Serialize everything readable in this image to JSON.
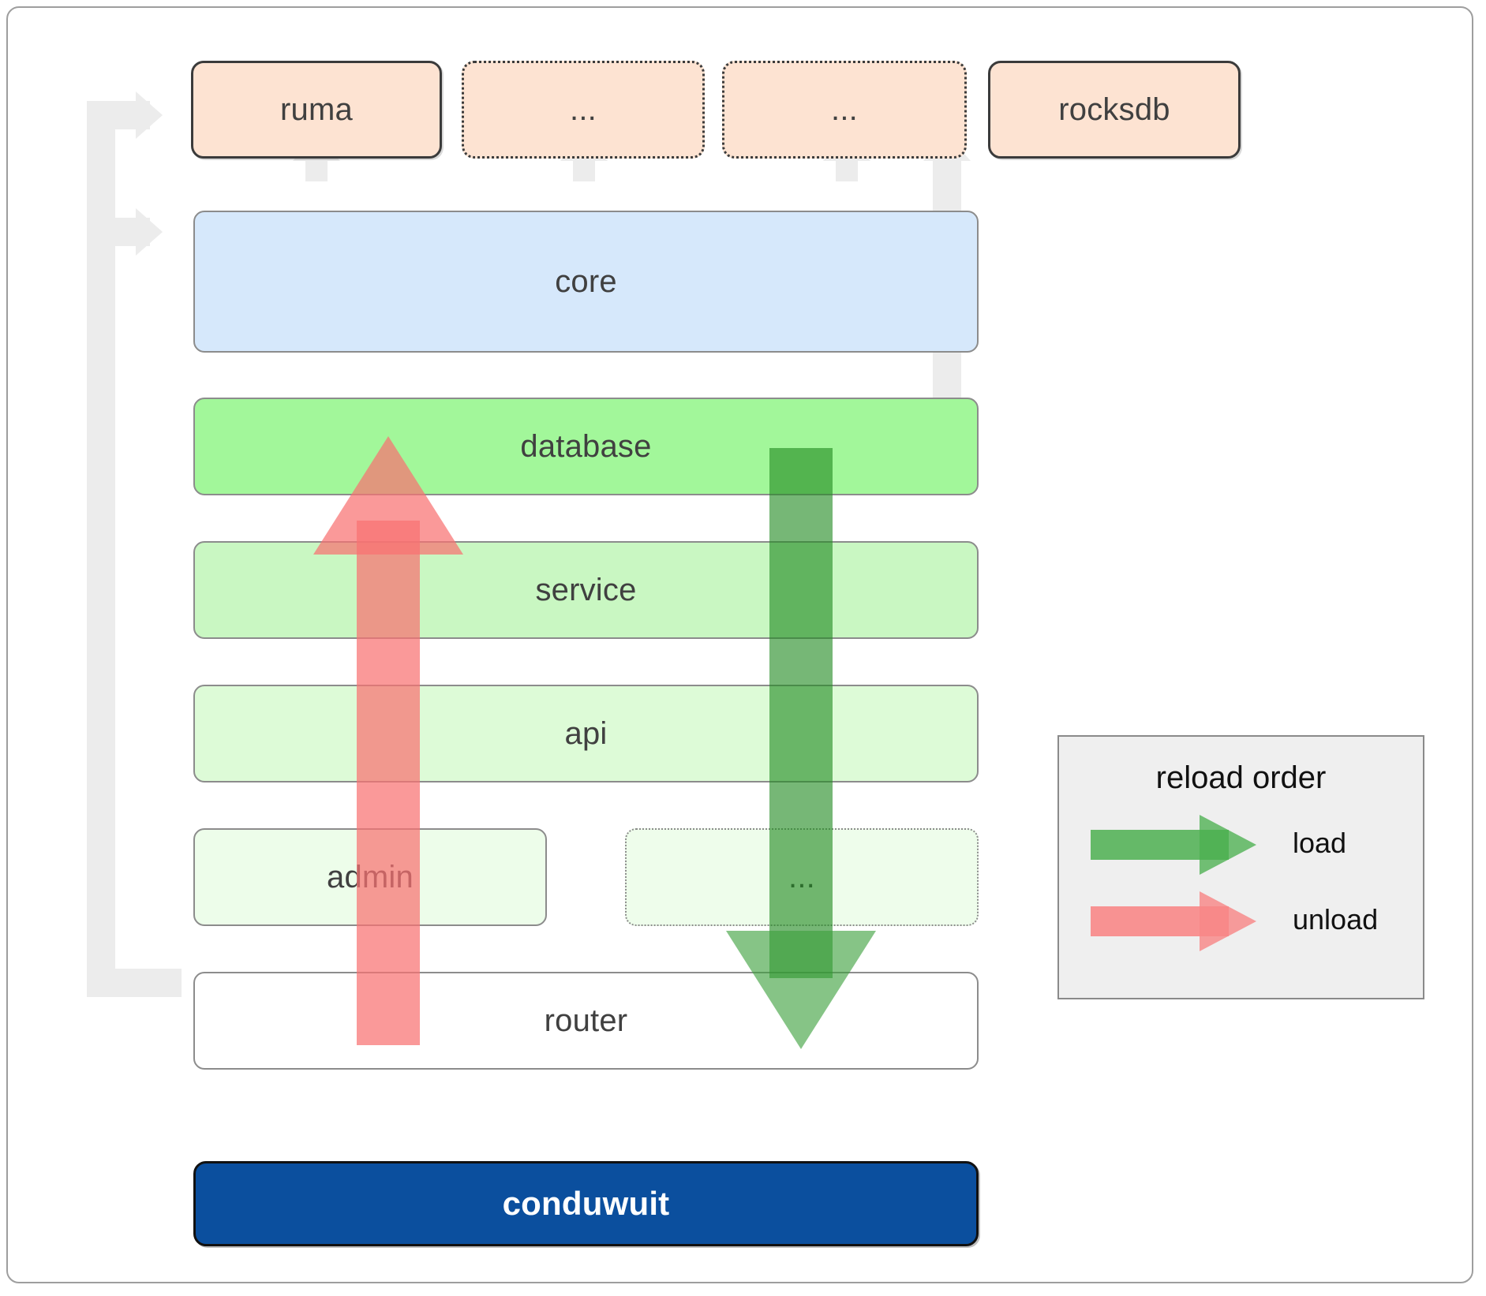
{
  "diagram": {
    "title": "conduwuit crate dependency and reload order diagram",
    "dependencies": [
      {
        "label": "ruma",
        "style": "solid"
      },
      {
        "label": "...",
        "style": "dotted"
      },
      {
        "label": "...",
        "style": "dotted"
      },
      {
        "label": "rocksdb",
        "style": "solid"
      }
    ],
    "layers": [
      {
        "label": "core",
        "color": "#d6e8fb",
        "style": "solid"
      },
      {
        "label": "database",
        "color": "#a2f79a",
        "style": "solid"
      },
      {
        "label": "service",
        "color": "#c9f7c2",
        "style": "solid"
      },
      {
        "label": "api",
        "color": "#ddfbd7",
        "style": "solid"
      },
      {
        "label": "admin",
        "color": "#edfdea",
        "style": "solid"
      },
      {
        "label": "...",
        "color": "#eefdeb",
        "style": "dotted"
      },
      {
        "label": "router",
        "color": "#ffffff",
        "style": "solid"
      }
    ],
    "root": {
      "label": "conduwuit",
      "color": "#0b4f9e",
      "text_color": "#ffffff"
    },
    "legend": {
      "title": "reload order",
      "items": [
        {
          "label": "load",
          "color": "#4caf50"
        },
        {
          "label": "unload",
          "color": "#f88787"
        }
      ]
    },
    "colors": {
      "dependency_fill": "#fde3d2",
      "connector": "#ececec",
      "border": "#8c8c8c",
      "load_arrow": "#3ca03c",
      "unload_arrow": "#f87171"
    }
  }
}
